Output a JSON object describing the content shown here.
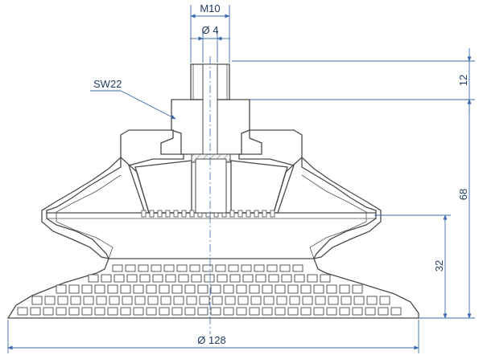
{
  "labels": {
    "thread": "M10",
    "bore": "Ø 4",
    "wrench": "SW22",
    "diameter": "Ø 128",
    "thread_length": "12",
    "total_height": "68",
    "bellows_height": "32"
  },
  "colors": {
    "dimension": "#3a6aa8",
    "outline": "#4a4a4a",
    "hatch": "#6a6a6a",
    "text": "#1f3a5f"
  }
}
